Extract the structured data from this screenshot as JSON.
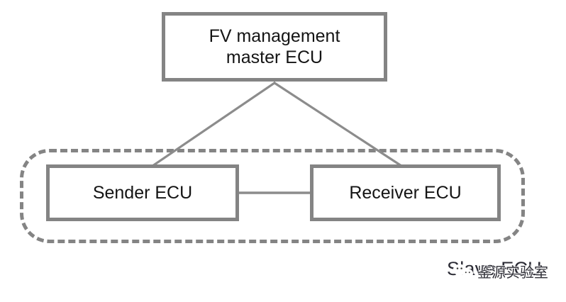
{
  "diagram": {
    "nodes": {
      "master": {
        "label": "FV management\nmaster ECU",
        "name": "FV management master ECU"
      },
      "sender": {
        "label": "Sender ECU"
      },
      "receiver": {
        "label": "Receiver ECU"
      }
    },
    "group": {
      "caption": "Slave ECU",
      "style": "dashed-rounded-rectangle"
    },
    "colors": {
      "stroke": "#848484",
      "text": "#141414",
      "background": "#ffffff"
    },
    "connections": [
      {
        "from": "master",
        "to": "sender",
        "style": "solid"
      },
      {
        "from": "master",
        "to": "receiver",
        "style": "solid"
      },
      {
        "from": "sender",
        "to": "receiver",
        "style": "solid"
      }
    ]
  },
  "watermark": {
    "text": "鉴源实验室",
    "logo": "wechat-icon"
  }
}
